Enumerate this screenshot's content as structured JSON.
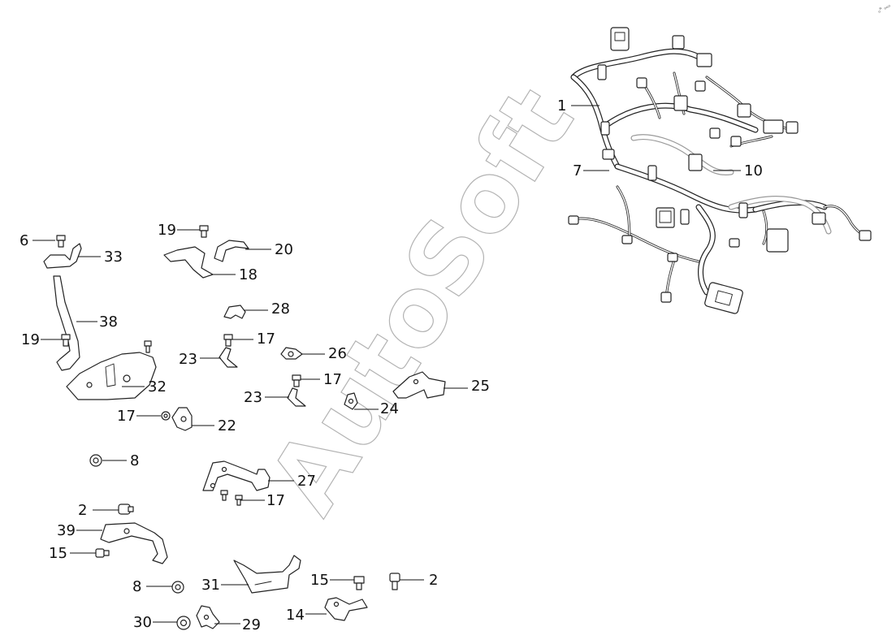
{
  "watermark": "AutoSoft",
  "corner_mark": "ₒᴿ ₒₒₒ",
  "callouts": {
    "c1": "1",
    "c7": "7",
    "c10": "10",
    "c6": "6",
    "c33": "33",
    "c19a": "19",
    "c20": "20",
    "c18": "18",
    "c38": "38",
    "c28": "28",
    "c19b": "19",
    "c17a": "17",
    "c23a": "23",
    "c26": "26",
    "c32": "32",
    "c17b": "17",
    "c25": "25",
    "c23b": "23",
    "c24": "24",
    "c17c": "17",
    "c22": "22",
    "c8a": "8",
    "c27": "27",
    "c17d": "17",
    "c2a": "2",
    "c39": "39",
    "c15a": "15",
    "c8b": "8",
    "c31": "31",
    "c15b": "15",
    "c2b": "2",
    "c14": "14",
    "c30": "30",
    "c29": "29"
  }
}
